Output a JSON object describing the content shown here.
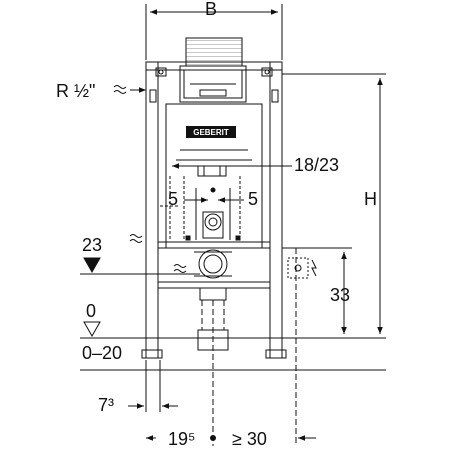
{
  "labels": {
    "width_B": "B",
    "height_H": "H",
    "supply_pipe": "R ½\"",
    "actuator_offset": "18/23",
    "left_offset": "5",
    "right_offset": "5",
    "drain_height": "23",
    "bracket_height": "33",
    "floor_level": "0",
    "floor_range": "0–20",
    "leg_offset": "7³",
    "center_offset": "19⁵",
    "min_clearance": "≥ 30",
    "brand": "GEBERIT"
  }
}
